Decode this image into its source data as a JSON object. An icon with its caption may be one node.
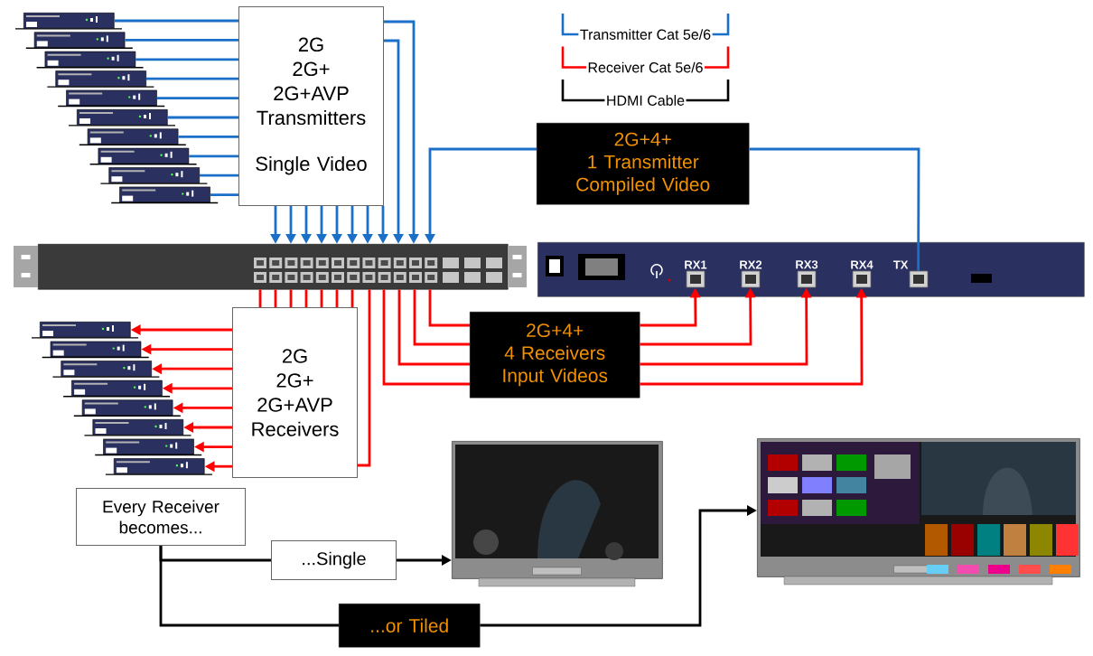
{
  "diagram": {
    "nodes": [
      {
        "text": [],
        "shape": "picture"
      },
      {
        "text": [],
        "shape": "picture"
      },
      {
        "text": [],
        "shape": "picture"
      },
      {
        "text": [],
        "shape": "picture"
      },
      {
        "text": [],
        "shape": "picture"
      },
      {
        "text": [],
        "shape": "picture"
      },
      {
        "text": [],
        "shape": "picture"
      },
      {
        "text": [],
        "shape": "picture"
      },
      {
        "text": [],
        "shape": "picture"
      },
      {
        "text": [],
        "shape": "picture"
      },
      {
        "text": [
          "2G",
          "2G+",
          "2G+AVP",
          "Transmitters",
          "Single Video"
        ]
      },
      {
        "text": [
          "2G+4+",
          "1 Transmitter",
          "Compiled Video"
        ]
      },
      {
        "text": [],
        "shape": "picture"
      },
      {
        "text": [],
        "shape": "picture"
      },
      {
        "text": [
          "RX1"
        ],
        "in": 13
      },
      {
        "text": [
          "RX2"
        ],
        "in": 13
      },
      {
        "text": [
          "RX3"
        ],
        "in": 13
      },
      {
        "text": [
          "RX4"
        ],
        "in": 13
      },
      {
        "text": [
          "TX"
        ],
        "in": 13
      },
      {
        "text": [],
        "shape": "picture"
      },
      {
        "text": [],
        "shape": "picture"
      },
      {
        "text": [],
        "shape": "picture"
      },
      {
        "text": [],
        "shape": "picture"
      },
      {
        "text": [],
        "shape": "picture"
      },
      {
        "text": [],
        "shape": "picture"
      },
      {
        "text": [],
        "shape": "picture"
      },
      {
        "text": [],
        "shape": "picture"
      },
      {
        "text": [
          "2G",
          "2G+",
          "2G+AVP",
          "Receivers"
        ]
      },
      {
        "text": [
          "2G+4+",
          "4 Receivers",
          "Input Videos"
        ]
      },
      {
        "text": [
          "Every Receiver becomes..."
        ]
      },
      {
        "text": [
          "...Single"
        ]
      },
      {
        "text": [],
        "shape": "picture"
      },
      {
        "text": [],
        "shape": "picture"
      },
      {
        "text": [
          "...or Tiled"
        ]
      }
    ],
    "edges": [
      {
        "from": 0,
        "to": 10,
        "arrow": "none",
        "color": "#1a70c8"
      },
      {
        "from": 1,
        "to": 10,
        "arrow": "none",
        "color": "#1a70c8"
      },
      {
        "from": 2,
        "to": 10,
        "arrow": "none",
        "color": "#1a70c8"
      },
      {
        "from": 3,
        "to": 10,
        "arrow": "none",
        "color": "#1a70c8"
      },
      {
        "from": 4,
        "to": 10,
        "arrow": "none",
        "color": "#1a70c8"
      },
      {
        "from": 5,
        "to": 10,
        "arrow": "none",
        "color": "#1a70c8"
      },
      {
        "from": 6,
        "to": 10,
        "arrow": "none",
        "color": "#1a70c8"
      },
      {
        "from": 7,
        "to": 10,
        "arrow": "none",
        "color": "#1a70c8"
      },
      {
        "from": 8,
        "to": 10,
        "arrow": "none",
        "color": "#1a70c8"
      },
      {
        "from": 9,
        "to": 10,
        "arrow": "none",
        "color": "#1a70c8"
      },
      {
        "from": 10,
        "to": 12,
        "arrow": "to",
        "color": "#1a70c8"
      },
      {
        "from": 10,
        "to": 12,
        "arrow": "to",
        "color": "#1a70c8"
      },
      {
        "from": 10,
        "to": 12,
        "arrow": "to",
        "color": "#1a70c8"
      },
      {
        "from": 10,
        "to": 12,
        "arrow": "to",
        "color": "#1a70c8"
      },
      {
        "from": 10,
        "to": 12,
        "arrow": "to",
        "color": "#1a70c8"
      },
      {
        "from": 10,
        "to": 12,
        "arrow": "to",
        "color": "#1a70c8"
      },
      {
        "from": 10,
        "to": 12,
        "arrow": "to",
        "color": "#1a70c8"
      },
      {
        "from": 10,
        "to": 12,
        "arrow": "to",
        "color": "#1a70c8"
      },
      {
        "from": 10,
        "to": 12,
        "arrow": "to",
        "color": "#1a70c8"
      },
      {
        "from": 10,
        "to": 12,
        "arrow": "to",
        "color": "#1a70c8"
      },
      {
        "from": 11,
        "to": 12,
        "arrow": "to",
        "color": "#1a70c8"
      },
      {
        "from": 11,
        "to": 18,
        "arrow": "none",
        "color": "#1a70c8"
      },
      {
        "from": 12,
        "to": 27,
        "arrow": "none"
      },
      {
        "from": 12,
        "to": 27,
        "arrow": "none"
      },
      {
        "from": 12,
        "to": 27,
        "arrow": "none"
      },
      {
        "from": 12,
        "to": 27,
        "arrow": "none"
      },
      {
        "from": 12,
        "to": 27,
        "arrow": "none"
      },
      {
        "from": 12,
        "to": 27,
        "arrow": "none"
      },
      {
        "from": 12,
        "to": 27,
        "arrow": "none"
      },
      {
        "from": 12,
        "to": 27,
        "arrow": "none"
      },
      {
        "from": 27,
        "to": 19,
        "arrow": "to"
      },
      {
        "from": 27,
        "to": 20,
        "arrow": "to"
      },
      {
        "from": 27,
        "to": 21,
        "arrow": "to"
      },
      {
        "from": 27,
        "to": 22,
        "arrow": "to"
      },
      {
        "from": 27,
        "to": 23,
        "arrow": "to"
      },
      {
        "from": 27,
        "to": 24,
        "arrow": "to"
      },
      {
        "from": 27,
        "to": 25,
        "arrow": "to"
      },
      {
        "from": 27,
        "to": 26,
        "arrow": "to"
      },
      {
        "from": 12,
        "to": 28,
        "arrow": "none"
      },
      {
        "from": 12,
        "to": 28,
        "arrow": "none"
      },
      {
        "from": 12,
        "to": 28,
        "arrow": "none"
      },
      {
        "from": 12,
        "to": 28,
        "arrow": "none"
      },
      {
        "from": 28,
        "to": 14,
        "arrow": "to"
      },
      {
        "from": 28,
        "to": 15,
        "arrow": "to"
      },
      {
        "from": 28,
        "to": 16,
        "arrow": "to"
      },
      {
        "from": 28,
        "to": 17,
        "arrow": "to"
      },
      {
        "from": 29,
        "to": 30,
        "arrow": "none",
        "color": "#000000"
      },
      {
        "from": 30,
        "to": 31,
        "arrow": "to",
        "color": "#000000"
      },
      {
        "from": 29,
        "to": 33,
        "arrow": "none",
        "color": "#000000"
      },
      {
        "from": 33,
        "to": 32,
        "arrow": "to",
        "color": "#000000"
      }
    ],
    "legend": [
      {
        "text": "Transmitter Cat 5e/6"
      },
      {
        "text": "Receiver Cat 5e/6"
      },
      {
        "text": "HDMI Cable"
      }
    ]
  }
}
